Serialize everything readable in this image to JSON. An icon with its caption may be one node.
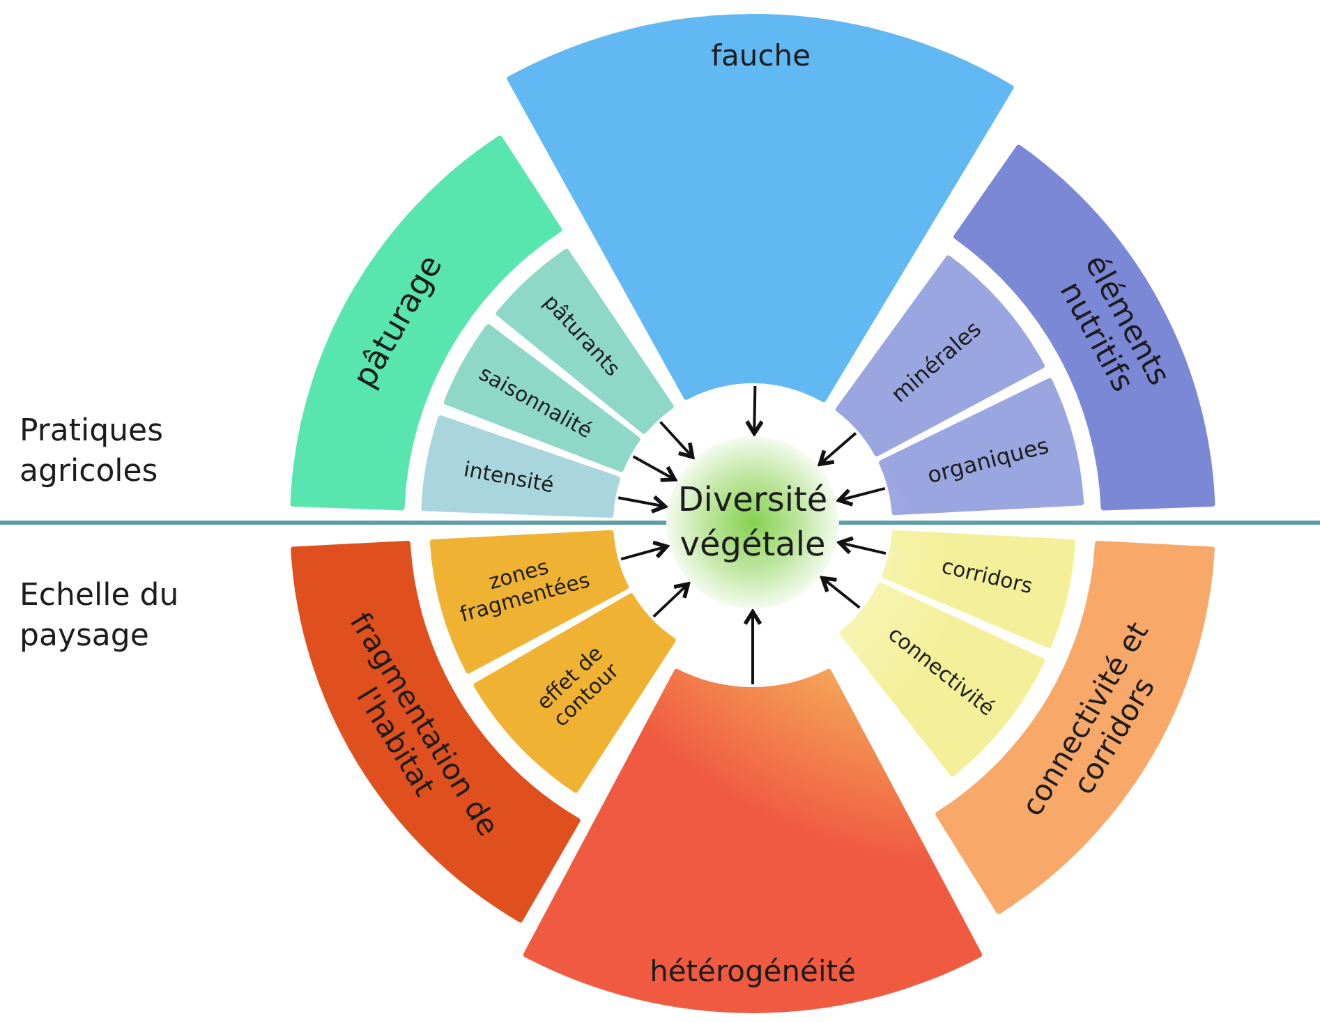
{
  "diagram": {
    "nodes": [
      {
        "text": [
          "fauche"
        ]
      },
      {
        "text": [
          "pâturage"
        ]
      },
      {
        "text": [
          "pâturants"
        ]
      },
      {
        "text": [
          "saisonnalité"
        ]
      },
      {
        "text": [
          "intensité"
        ]
      },
      {
        "text": [
          "éléments nutritifs"
        ]
      },
      {
        "text": [
          "minérales"
        ]
      },
      {
        "text": [
          "organiques"
        ]
      },
      {
        "text": [
          "Diversité végétale"
        ]
      },
      {
        "text": [
          "zones fragmentées"
        ]
      },
      {
        "text": [
          "effet de contour"
        ]
      },
      {
        "text": [
          "fragmentation de l'habitat"
        ]
      },
      {
        "text": [
          "corridors"
        ]
      },
      {
        "text": [
          "connectivité"
        ]
      },
      {
        "text": [
          "connectivité et corridors"
        ]
      },
      {
        "text": [
          "hétérogénéité"
        ]
      }
    ],
    "edges": [
      {
        "from": 0,
        "to": 8,
        "arrow": "to"
      },
      {
        "from": 2,
        "to": 8,
        "arrow": "to"
      },
      {
        "from": 3,
        "to": 8,
        "arrow": "to"
      },
      {
        "from": 4,
        "to": 8,
        "arrow": "to"
      },
      {
        "from": 6,
        "to": 8,
        "arrow": "to"
      },
      {
        "from": 7,
        "to": 8,
        "arrow": "to"
      },
      {
        "from": 9,
        "to": 8,
        "arrow": "to"
      },
      {
        "from": 10,
        "to": 8,
        "arrow": "to"
      },
      {
        "from": 12,
        "to": 8,
        "arrow": "to"
      },
      {
        "from": 13,
        "to": 8,
        "arrow": "to"
      },
      {
        "from": 15,
        "to": 8,
        "arrow": "to"
      }
    ],
    "labels": [
      "Pratiques agricoles",
      "Echelle du paysage"
    ]
  }
}
